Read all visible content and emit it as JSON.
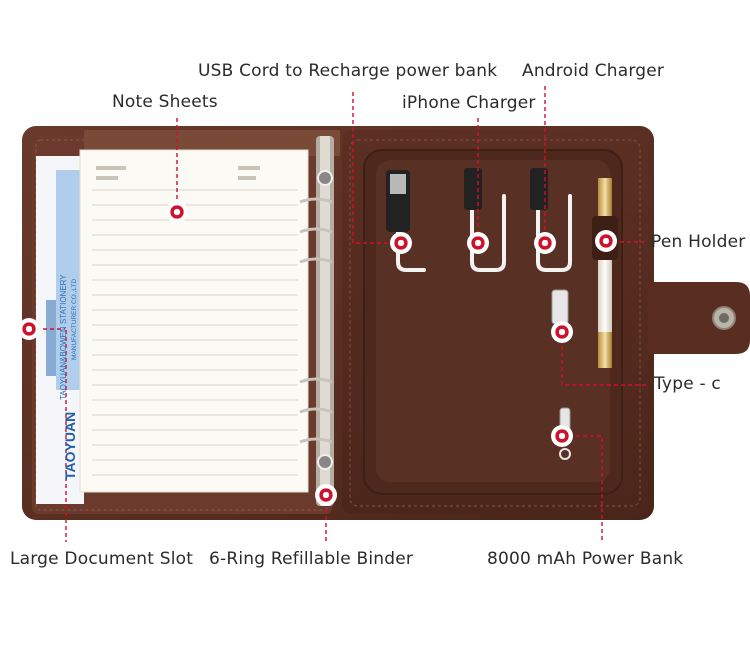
{
  "labels": {
    "usb_cord": "USB Cord to Recharge power bank",
    "android_charger": "Android Charger",
    "note_sheets": "Note Sheets",
    "iphone_charger": "iPhone Charger",
    "pen_holder": "Pen Holder",
    "type_c": "Type - c",
    "large_document_slot": "Large Document Slot",
    "ring_binder": "6-Ring Refillable Binder",
    "power_bank": "8000 mAh Power Bank"
  },
  "brochure": {
    "brand": "TAOYUAN",
    "company": "TAOYUAN&BOWEN STATIONERY",
    "subtitle": "MANUFACTURER CO.,LTD"
  },
  "colors": {
    "leather": "#5a2e22",
    "leather_inner": "#6b3a2c",
    "paper": "#fafaf6",
    "marker": "#d0112b",
    "line": "#d0112b"
  }
}
